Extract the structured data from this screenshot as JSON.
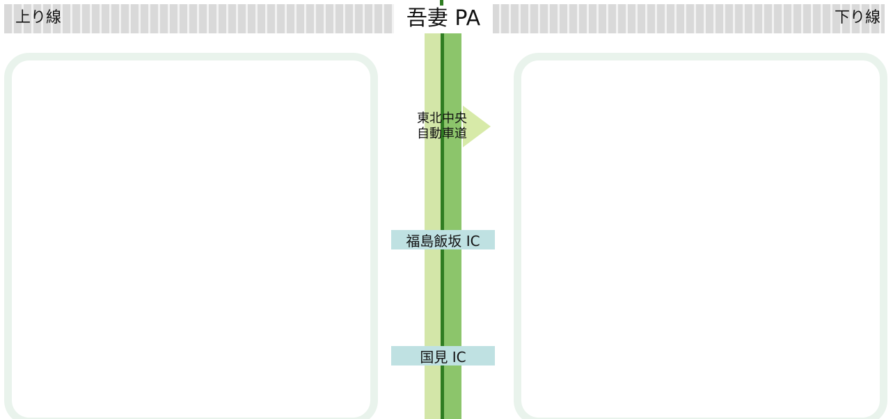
{
  "header": {
    "title": "吾妻 PA",
    "left_direction": "上り線",
    "right_direction": "下り線"
  },
  "map": {
    "junction": {
      "line1": "東北中央",
      "line2": "自動車道"
    },
    "interchanges": [
      {
        "label": "福島飯坂 IC"
      },
      {
        "label": "国見 IC"
      }
    ]
  },
  "colors": {
    "header_stripe": "#d9d9d9",
    "panel_border": "#e9f3ec",
    "lane_light": "#d3e6a8",
    "lane_dark": "#8cc56b",
    "centerline": "#2f7d22",
    "ic_box": "#bfe1e2"
  }
}
